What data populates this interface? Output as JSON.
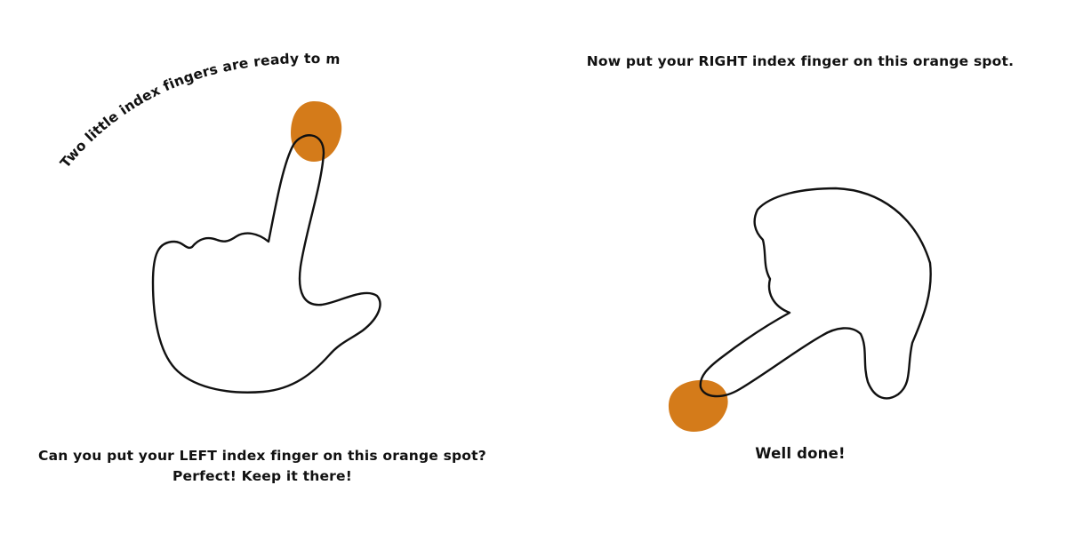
{
  "left_page": {
    "arc_text": "Two little index fingers are ready to move.",
    "caption_line1": "Can you put your LEFT index finger on this orange spot?",
    "caption_line2": "Perfect! Keep it there!"
  },
  "right_page": {
    "top_text": "Now put your RIGHT index finger on this orange spot.",
    "bottom_text": "Well done!"
  },
  "colors": {
    "spot": "#D47B1A",
    "outline": "#111111",
    "background": "#FFFFFF"
  },
  "icons": {
    "left_hand": "pointing-hand-up-icon",
    "right_hand": "pointing-hand-down-left-icon"
  }
}
